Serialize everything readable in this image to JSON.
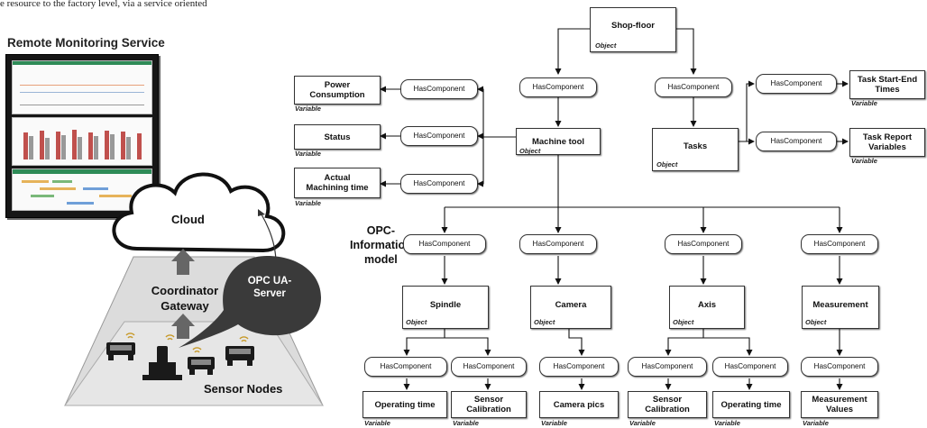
{
  "header_fragment": "e resource to the factory level, via a service oriented",
  "left": {
    "service_title": "Remote Monitoring Service",
    "cloud": "Cloud",
    "gateway_line1": "Coordinator",
    "gateway_line2": "Gateway",
    "opc_line1": "OPC UA-",
    "opc_line2": "Server",
    "sensors": "Sensor Nodes"
  },
  "model_label": {
    "line1": "OPC-",
    "line2": "Information",
    "line3": "model"
  },
  "relation_label": "HasComponent",
  "types": {
    "object": "Object",
    "variable": "Variable"
  },
  "nodes": {
    "shopfloor": "Shop-floor",
    "machine_tool": "Machine tool",
    "tasks": "Tasks",
    "power_1": "Power",
    "power_2": "Consumption",
    "status": "Status",
    "actual_1": "Actual",
    "actual_2": "Machining time",
    "task_start_1": "Task Start-End",
    "task_start_2": "Times",
    "task_report_1": "Task Report",
    "task_report_2": "Variables",
    "spindle": "Spindle",
    "camera": "Camera",
    "axis": "Axis",
    "measurement": "Measurement",
    "op_time": "Operating time",
    "sensor_cal_1": "Sensor",
    "sensor_cal_2": "Calibration",
    "camera_pics": "Camera pics",
    "meas_values_1": "Measurement",
    "meas_values_2": "Values"
  },
  "colors": {
    "box_border": "#333333",
    "opc_bubble": "#3a3a3a",
    "pyramid": "#dcdcdc",
    "arrow_grey": "#666666"
  }
}
